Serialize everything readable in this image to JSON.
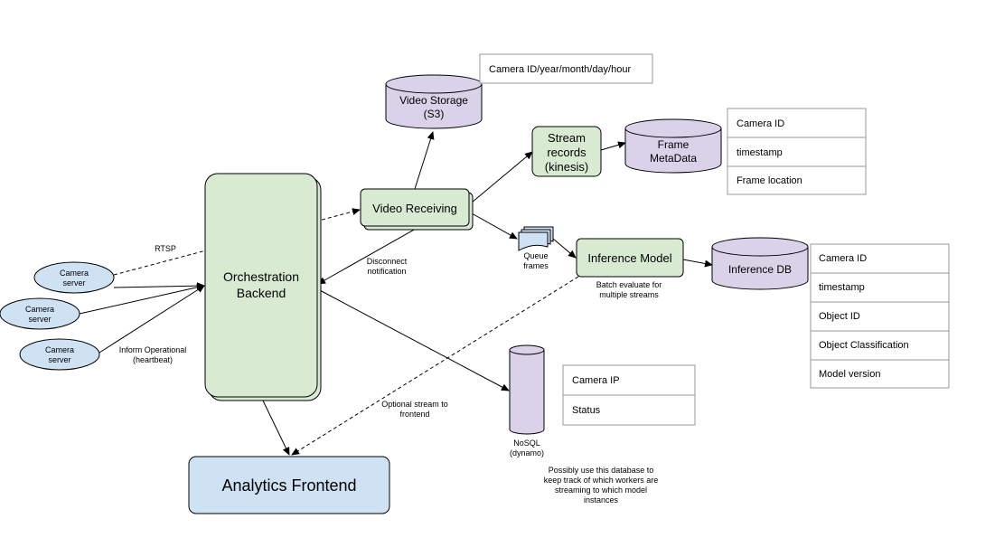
{
  "nodes": {
    "orchestration_backend": [
      "Orchestration",
      "Backend"
    ],
    "video_receiving": "Video Receiving",
    "video_storage": [
      "Video Storage",
      "(S3)"
    ],
    "stream_records": [
      "Stream",
      "records",
      "(kinesis)"
    ],
    "frame_metadata": [
      "Frame",
      "MetaData"
    ],
    "inference_model": "Inference Model",
    "inference_db": "Inference DB",
    "analytics_frontend": "Analytics Frontend",
    "camera_servers": [
      [
        "Camera",
        "server"
      ],
      [
        "Camera",
        "server"
      ],
      [
        "Camera",
        "server"
      ]
    ],
    "queue_frames": [
      "Queue",
      "frames"
    ],
    "nosql": [
      "NoSQL",
      "(dynamo)"
    ]
  },
  "tables": {
    "video_storage_path": [
      "Camera ID/year/month/day/hour"
    ],
    "frame_metadata_fields": [
      "Camera ID",
      "timestamp",
      "Frame location"
    ],
    "inference_db_fields": [
      "Camera ID",
      "timestamp",
      "Object ID",
      "Object Classification",
      "Model version"
    ],
    "nosql_fields": [
      "Camera IP",
      "Status"
    ]
  },
  "labels": {
    "rtsp": "RTSP",
    "inform_operational": [
      "Inform Operational",
      "(heartbeat)"
    ],
    "disconnect_notification": [
      "Disconnect",
      "notification"
    ],
    "batch_evaluate": [
      "Batch evaluate for",
      "multiple streams"
    ],
    "optional_stream": [
      "Optional stream to",
      "frontend"
    ],
    "nosql_note": [
      "Possibly use this database to",
      "keep track of which workers are",
      "streaming to which model",
      "instances"
    ]
  },
  "colors": {
    "green_fill": "#d9ead3",
    "purple_fill": "#d9d2e9",
    "blue_fill": "#cfe2f3"
  }
}
